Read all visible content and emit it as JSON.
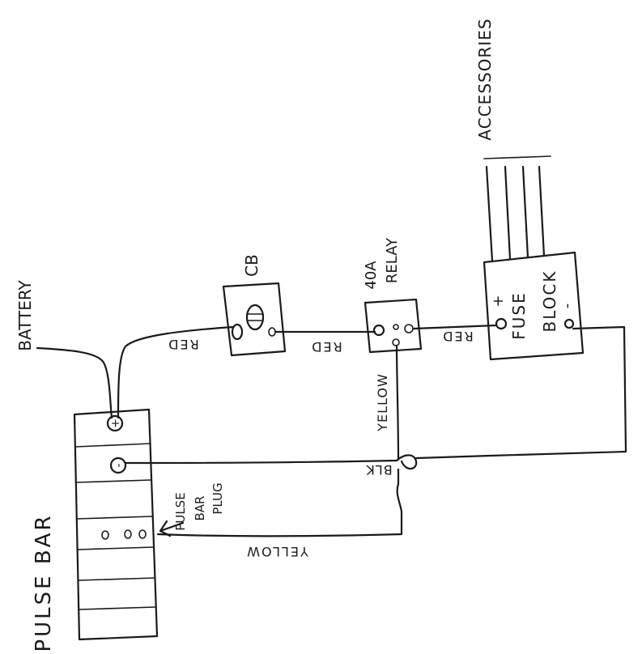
{
  "labels": {
    "battery": "BATTERY",
    "cb": "CB",
    "relay_line1": "40A",
    "relay_line2": "RELAY",
    "fuse_line1": "FUSE",
    "fuse_line2": "BLOCK",
    "fuse_plus": "+",
    "fuse_minus": "-",
    "accessories": "ACCESSORIES",
    "pulse_bar": "PULSE BAR",
    "pulse_bar_plug_line1": "PULSE",
    "pulse_bar_plug_line2": "BAR",
    "pulse_bar_plug_line3": "PLUG",
    "wire_red_1": "RED",
    "wire_red_2": "RED",
    "wire_red_3": "RED",
    "wire_yellow_relay": "YELLOW",
    "wire_yellow_bottom": "YELLOW",
    "wire_blk": "BLK",
    "term_plus": "+",
    "term_minus": "-"
  }
}
